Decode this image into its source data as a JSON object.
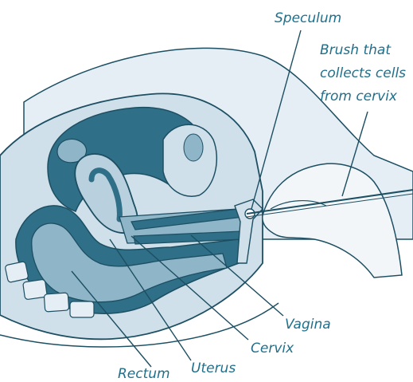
{
  "labels": {
    "speculum": "Speculum",
    "brush_line1": "Brush that",
    "brush_line2": "collects cells",
    "brush_line3": "from cervix",
    "vagina": "Vagina",
    "cervix": "Cervix",
    "uterus": "Uterus",
    "rectum": "Rectum"
  },
  "colors": {
    "label_text": "#1f6f8b",
    "dark_blue": "#2f6f87",
    "mid_blue": "#8fb6c8",
    "light_blue": "#cfe0ea",
    "outline": "#1d4f63",
    "glove": "#f3f6f8"
  }
}
